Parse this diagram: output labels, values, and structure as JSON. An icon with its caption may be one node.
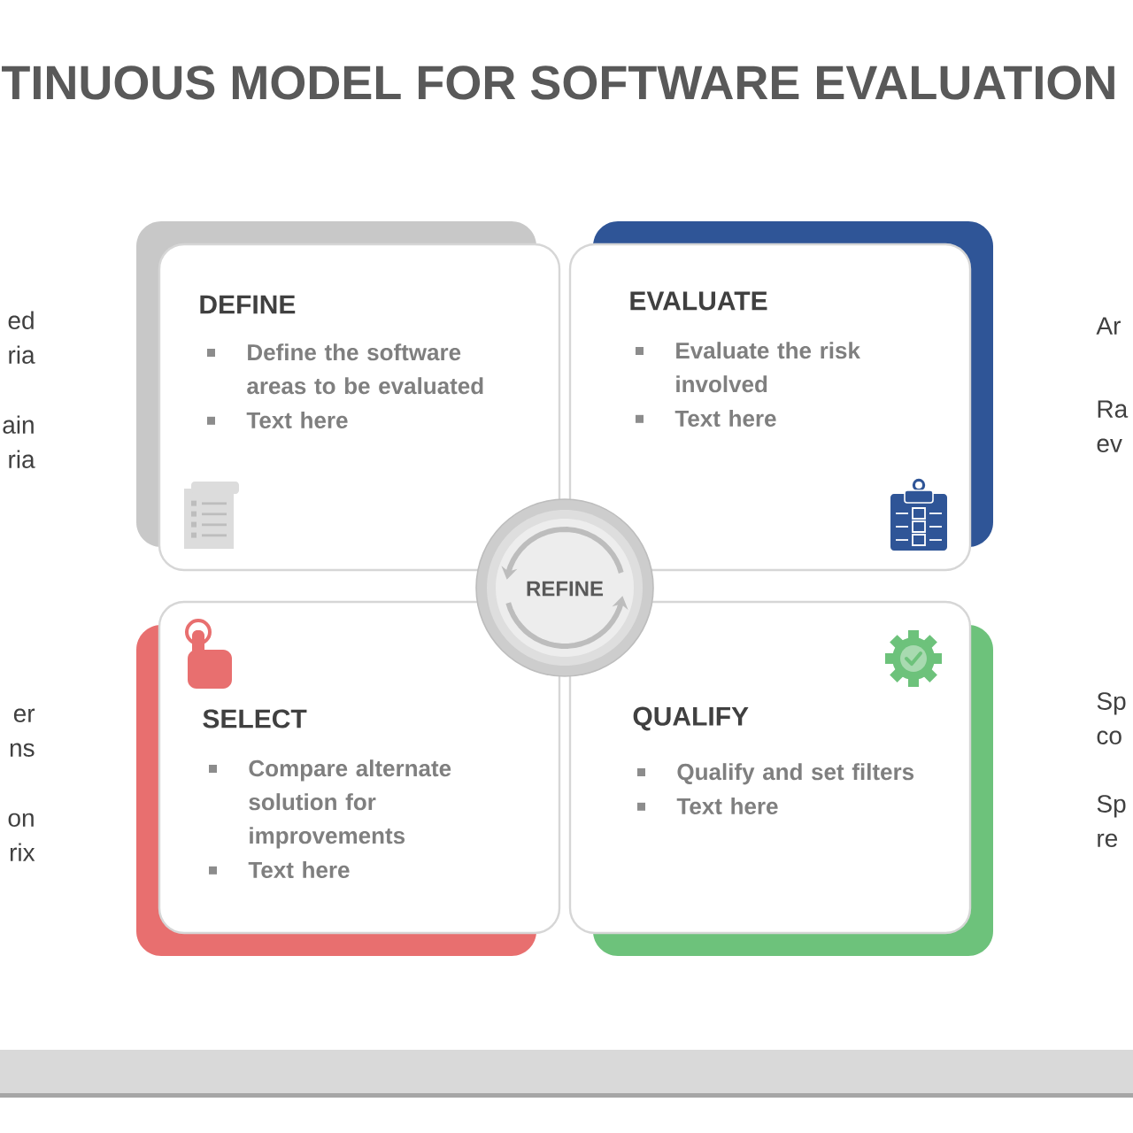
{
  "diagram": {
    "title": "TINUOUS MODEL FOR SOFTWARE EVALUATION",
    "nodes": [
      {
        "text": [
          "DEFINE",
          "Define the software areas to be evaluated",
          "Text here"
        ]
      },
      {
        "text": [
          "EVALUATE",
          "Evaluate the risk involved",
          "Text here"
        ]
      },
      {
        "text": [
          "REFINE"
        ]
      },
      {
        "text": [
          "SELECT",
          "Compare alternate solution for improvements",
          "Text here"
        ]
      },
      {
        "text": [
          "QUALIFY",
          "Qualify and set filters",
          "Text here"
        ]
      }
    ],
    "labels": [
      "ed ria",
      "ain ria",
      "er ns",
      "on rix",
      "Ar",
      "Ra ev",
      "Sp co",
      "Sp re"
    ]
  }
}
